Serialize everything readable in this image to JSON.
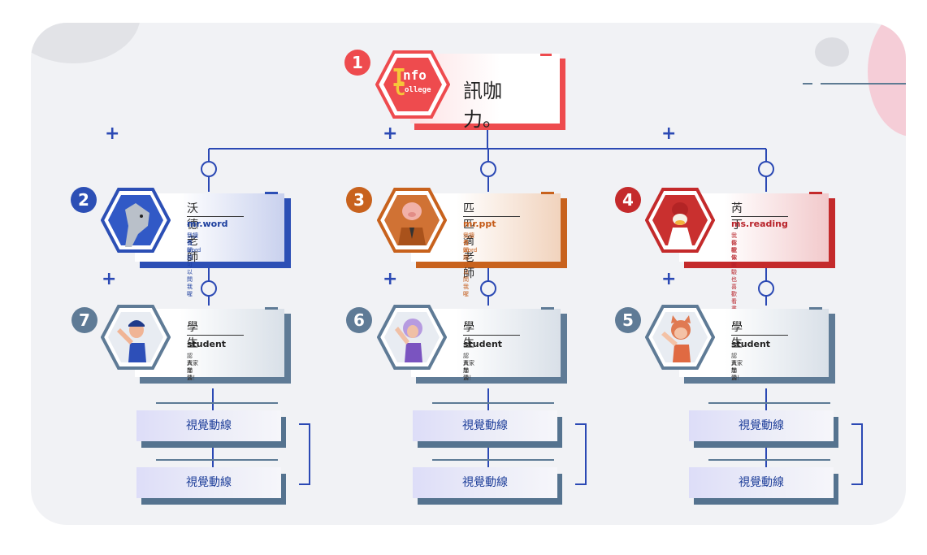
{
  "colors": {
    "blue": "#2c4fb5",
    "orange": "#c8621d",
    "red": "#c42a2b",
    "slate": "#5f7b96",
    "title_red": "#ee4b4e",
    "connector": "#2b49b4"
  },
  "root": {
    "badge": "1",
    "logo_line1": "nfo",
    "logo_line2": "ollege",
    "logo_letters": "IC",
    "title": "訊咖力。"
  },
  "teachers": [
    {
      "badge": "2",
      "name": "沃德老師",
      "sub": "mr.word",
      "desc1": "我擅長word",
      "desc2": "有問題可以問我喔",
      "avatar": "wolf-avatar-icon"
    },
    {
      "badge": "3",
      "name": "匹匹滴老師",
      "sub": "mr.ppt",
      "desc1": "我擅長word",
      "desc2": "有問題可以問我喔",
      "avatar": "pig-avatar-icon"
    },
    {
      "badge": "4",
      "name": "芮丁",
      "sub": "ms.reading",
      "desc1": "我喜歡做實驗也喜歡看書",
      "desc2": "你呢你呢",
      "avatar": "duck-avatar-icon"
    }
  ],
  "students": [
    {
      "badge": "7",
      "name": "學生",
      "sub": "student",
      "desc1": "認真學習",
      "desc2": "大家加油！",
      "avatar": "blue-student-avatar-icon"
    },
    {
      "badge": "6",
      "name": "學生",
      "sub": "student",
      "desc1": "認真學習",
      "desc2": "大家加油！",
      "avatar": "purple-student-avatar-icon"
    },
    {
      "badge": "5",
      "name": "學生",
      "sub": "student",
      "desc1": "認真學習",
      "desc2": "大家加油！",
      "avatar": "cat-student-avatar-icon"
    }
  ],
  "visual_boxes": [
    {
      "top": "視覺動線",
      "bottom": "視覺動線"
    },
    {
      "top": "視覺動線",
      "bottom": "視覺動線"
    },
    {
      "top": "視覺動線",
      "bottom": "視覺動線"
    }
  ],
  "plus_sign": "+"
}
